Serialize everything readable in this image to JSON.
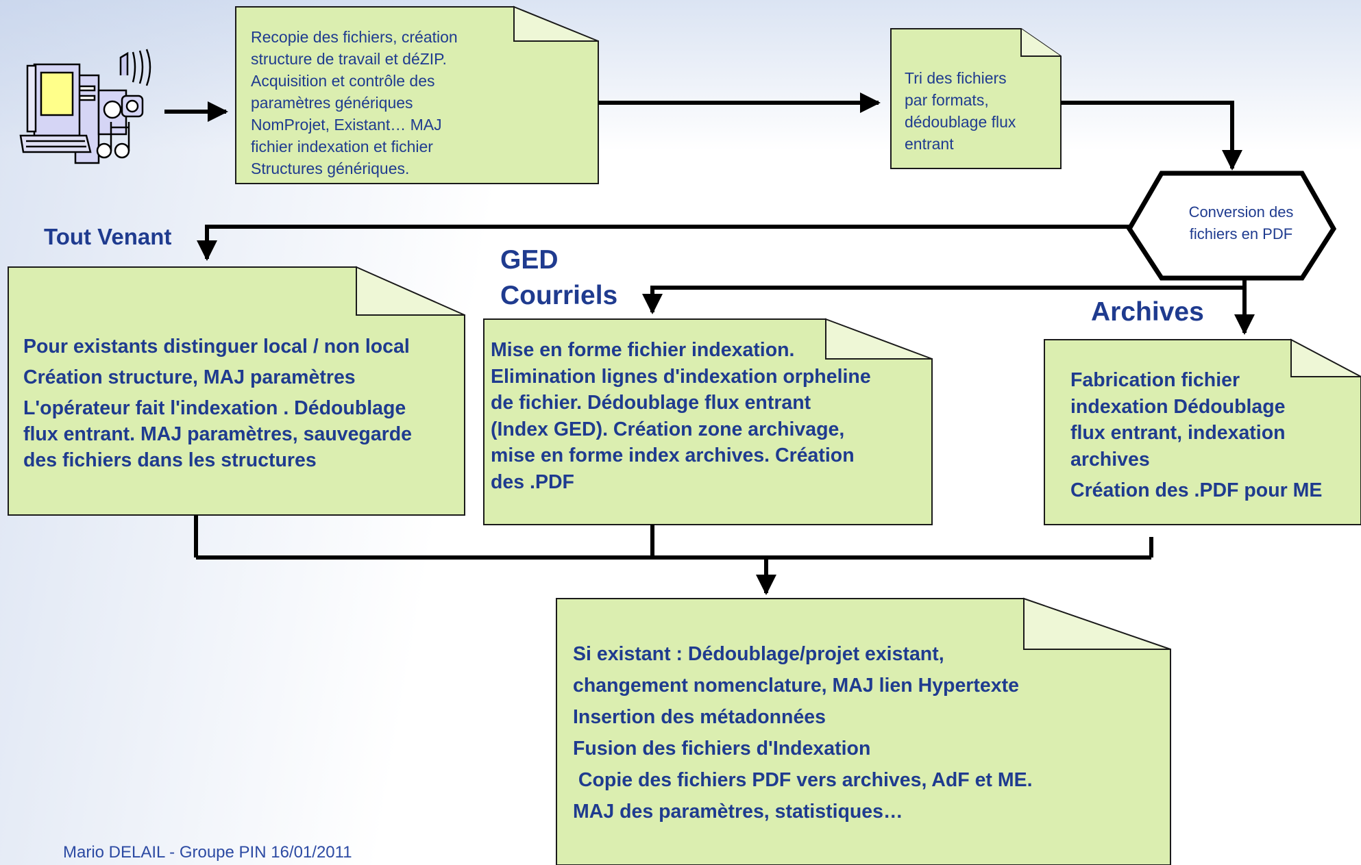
{
  "notes": {
    "recopie": [
      "Recopie des fichiers, création",
      "structure de travail et déZIP.",
      "Acquisition et contrôle des",
      "paramètres génériques",
      "NomProjet, Existant… MAJ",
      "fichier indexation et fichier",
      "Structures génériques."
    ],
    "tri": [
      "Tri des fichiers",
      "par formats,",
      "dédoublage flux",
      "entrant"
    ],
    "tout_venant": [
      "Pour existants distinguer local / non local",
      "Création structure, MAJ paramètres",
      "L'opérateur fait l'indexation . Dédoublage",
      "flux entrant. MAJ paramètres, sauvegarde",
      "des fichiers dans les structures"
    ],
    "ged": [
      "Mise en forme fichier indexation.",
      "Elimination lignes d'indexation orpheline",
      "de fichier. Dédoublage flux entrant",
      "(Index GED). Création zone archivage,",
      "mise en forme index archives. Création",
      "des .PDF"
    ],
    "archives": [
      "Fabrication fichier",
      "indexation Dédoublage",
      "flux entrant,  indexation",
      "archives",
      "Création des .PDF pour ME"
    ],
    "final": [
      "Si existant : Dédoublage/projet existant,",
      "changement nomenclature, MAJ lien Hypertexte",
      "Insertion des métadonnées",
      "Fusion des fichiers d'Indexation",
      " Copie des fichiers PDF vers archives, AdF et ME.",
      "MAJ  des paramètres, statistiques…"
    ]
  },
  "headings": {
    "tout_venant": "Tout Venant",
    "ged_line1": "GED",
    "ged_line2": "Courriels",
    "archives": "Archives"
  },
  "hexagon": {
    "line1": "Conversion des",
    "line2": "fichiers en PDF"
  },
  "footer": "Mario DELAIL - Groupe PIN 16/01/2011",
  "icons": {
    "computer": "computer-multimedia-icon"
  },
  "colors": {
    "note_fill": "#dbeeb0",
    "note_border": "#1a1a1a",
    "text": "#1f3b8f",
    "footer_text": "#2c4aa3"
  }
}
